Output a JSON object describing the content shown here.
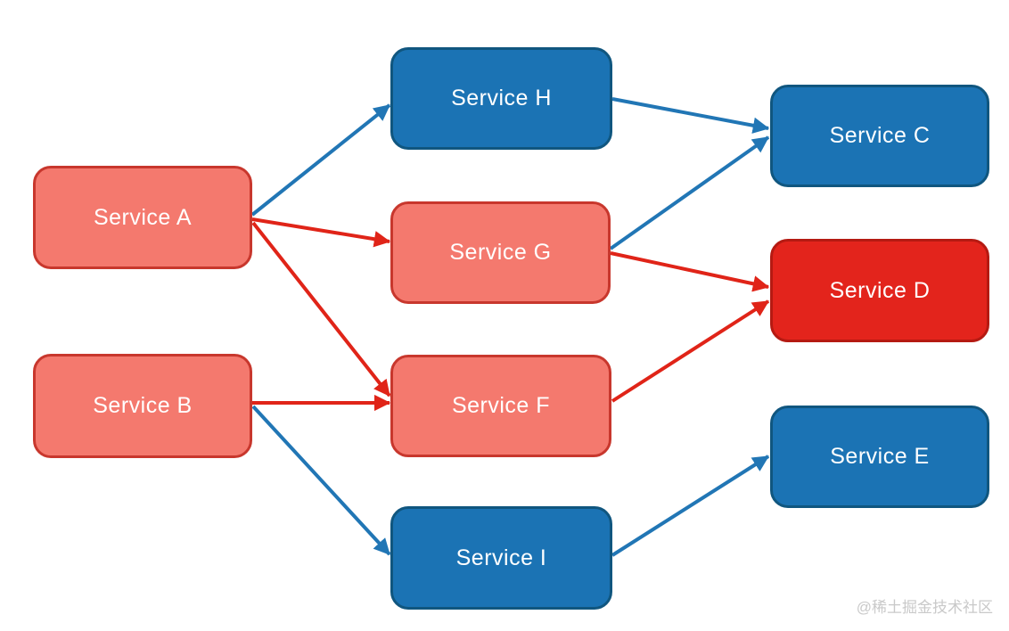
{
  "diagram": {
    "nodes": [
      {
        "id": "A",
        "label": "Service A",
        "scheme": "salmon"
      },
      {
        "id": "B",
        "label": "Service B",
        "scheme": "salmon"
      },
      {
        "id": "H",
        "label": "Service H",
        "scheme": "blue"
      },
      {
        "id": "G",
        "label": "Service G",
        "scheme": "salmon"
      },
      {
        "id": "F",
        "label": "Service F",
        "scheme": "salmon"
      },
      {
        "id": "I",
        "label": "Service I",
        "scheme": "blue"
      },
      {
        "id": "C",
        "label": "Service C",
        "scheme": "blue"
      },
      {
        "id": "D",
        "label": "Service D",
        "scheme": "red"
      },
      {
        "id": "E",
        "label": "Service E",
        "scheme": "blue"
      }
    ],
    "edges": [
      {
        "from": "A",
        "to": "H",
        "color": "blue"
      },
      {
        "from": "A",
        "to": "G",
        "color": "red"
      },
      {
        "from": "A",
        "to": "F",
        "color": "red"
      },
      {
        "from": "B",
        "to": "F",
        "color": "red"
      },
      {
        "from": "B",
        "to": "I",
        "color": "blue"
      },
      {
        "from": "H",
        "to": "C",
        "color": "blue"
      },
      {
        "from": "G",
        "to": "C",
        "color": "blue"
      },
      {
        "from": "G",
        "to": "D",
        "color": "red"
      },
      {
        "from": "F",
        "to": "D",
        "color": "red"
      },
      {
        "from": "I",
        "to": "E",
        "color": "blue"
      }
    ],
    "palette": {
      "salmon_fill": "#F4796E",
      "salmon_border": "#C8372D",
      "blue_fill": "#1B73B4",
      "blue_border": "#10567F",
      "red_fill": "#E3241C",
      "red_border": "#B51A12",
      "arrow_blue": "#2176B5",
      "arrow_red": "#E02418",
      "watermark_color": "#C9C9C9"
    }
  },
  "watermark": {
    "text": "@稀土掘金技术社区"
  }
}
